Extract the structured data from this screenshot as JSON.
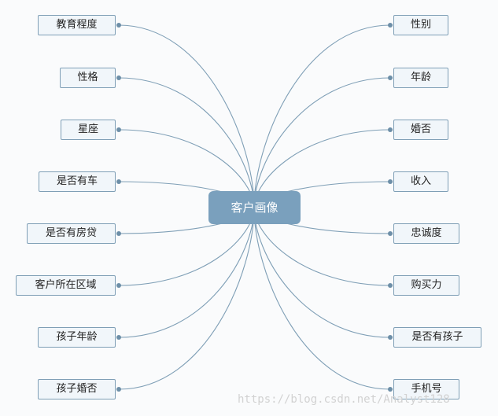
{
  "center": {
    "label": "客户画像"
  },
  "left_nodes": [
    {
      "name": "node-education",
      "label": "教育程度"
    },
    {
      "name": "node-personality",
      "label": "性格"
    },
    {
      "name": "node-zodiac",
      "label": "星座"
    },
    {
      "name": "node-has-car",
      "label": "是否有车"
    },
    {
      "name": "node-has-mortgage",
      "label": "是否有房贷"
    },
    {
      "name": "node-region",
      "label": "客户所在区域"
    },
    {
      "name": "node-child-age",
      "label": "孩子年龄"
    },
    {
      "name": "node-child-married",
      "label": "孩子婚否"
    }
  ],
  "right_nodes": [
    {
      "name": "node-gender",
      "label": "性别"
    },
    {
      "name": "node-age",
      "label": "年龄"
    },
    {
      "name": "node-marital",
      "label": "婚否"
    },
    {
      "name": "node-income",
      "label": "收入"
    },
    {
      "name": "node-loyalty",
      "label": "忠诚度"
    },
    {
      "name": "node-purchasing-power",
      "label": "购买力"
    },
    {
      "name": "node-has-children",
      "label": "是否有孩子"
    },
    {
      "name": "node-phone",
      "label": "手机号"
    }
  ],
  "watermark": "https://blog.csdn.net/Analyst128",
  "colors": {
    "center_fill": "#7aa0bd",
    "line": "#7f9fb6",
    "node_border": "#7f9fb6"
  }
}
